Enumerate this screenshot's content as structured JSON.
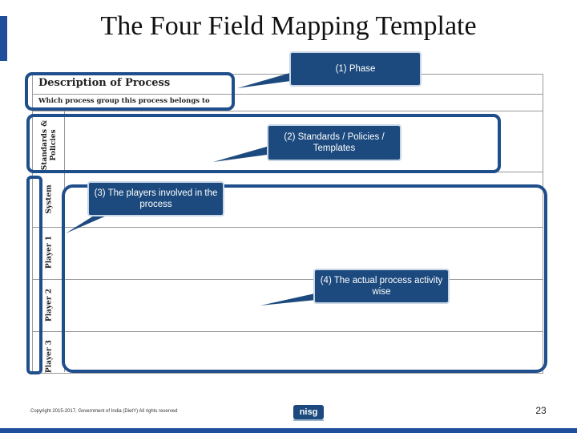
{
  "slide": {
    "title": "The Four Field Mapping Template",
    "page_number": "23",
    "copyright": "Copyright 2015-2017, Government of India (DietY) All rights reserved",
    "logo_text": "nisg"
  },
  "template": {
    "description_title": "Description of Process",
    "description_subtitle": "Which process group this process belongs to",
    "rows": [
      {
        "label_line1": "Standards &",
        "label_line2": "Policies"
      },
      {
        "label_line1": "System",
        "label_line2": ""
      },
      {
        "label_line1": "Player 1",
        "label_line2": ""
      },
      {
        "label_line1": "Player 2",
        "label_line2": ""
      },
      {
        "label_line1": "Player 3",
        "label_line2": ""
      }
    ]
  },
  "callouts": [
    {
      "text": "(1) Phase"
    },
    {
      "text": "(2)  Standards / Policies / Templates"
    },
    {
      "text": "(3) The players involved in the process"
    },
    {
      "text": "(4)  The actual process activity wise"
    }
  ],
  "colors": {
    "accent": "#1f4e9a",
    "callout_fill": "#1c4a7e",
    "highlight_border": "#1f4e8c"
  }
}
